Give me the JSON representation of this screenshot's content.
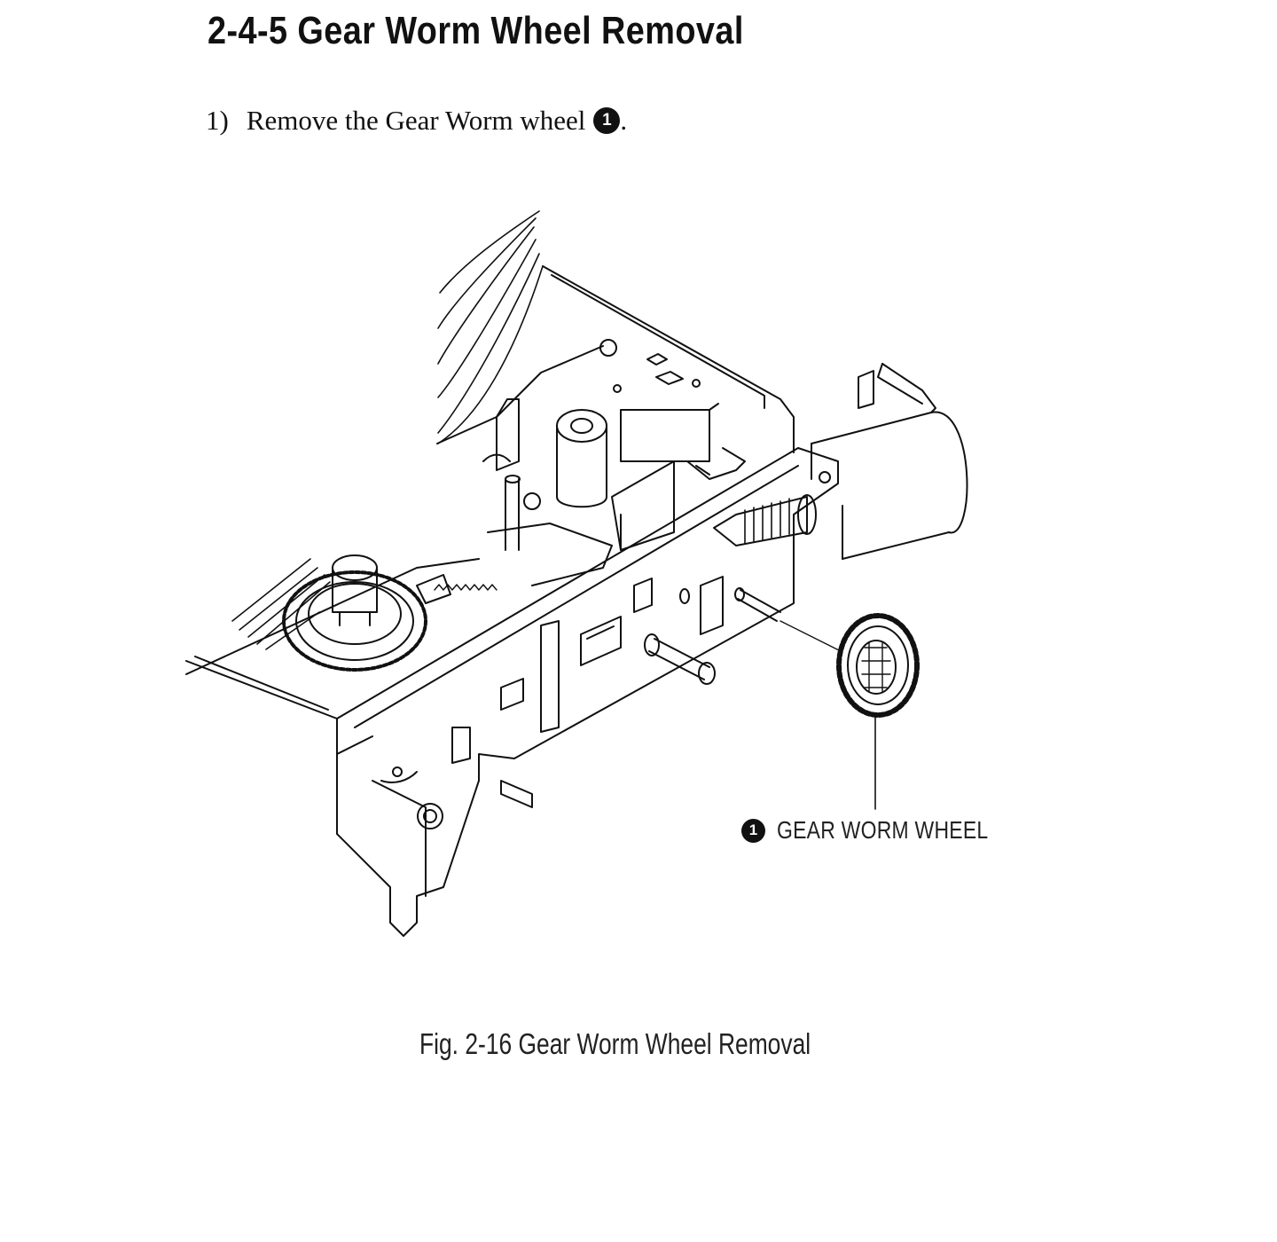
{
  "section": {
    "title": "2-4-5 Gear Worm Wheel Removal"
  },
  "steps": [
    {
      "number": "1)",
      "text": "Remove the Gear Worm wheel",
      "marker": "1",
      "end": "."
    }
  ],
  "figure": {
    "callouts": [
      {
        "marker": "1",
        "label": "GEAR WORM WHEEL"
      }
    ],
    "caption": "Fig. 2-16 Gear Worm Wheel Removal"
  }
}
